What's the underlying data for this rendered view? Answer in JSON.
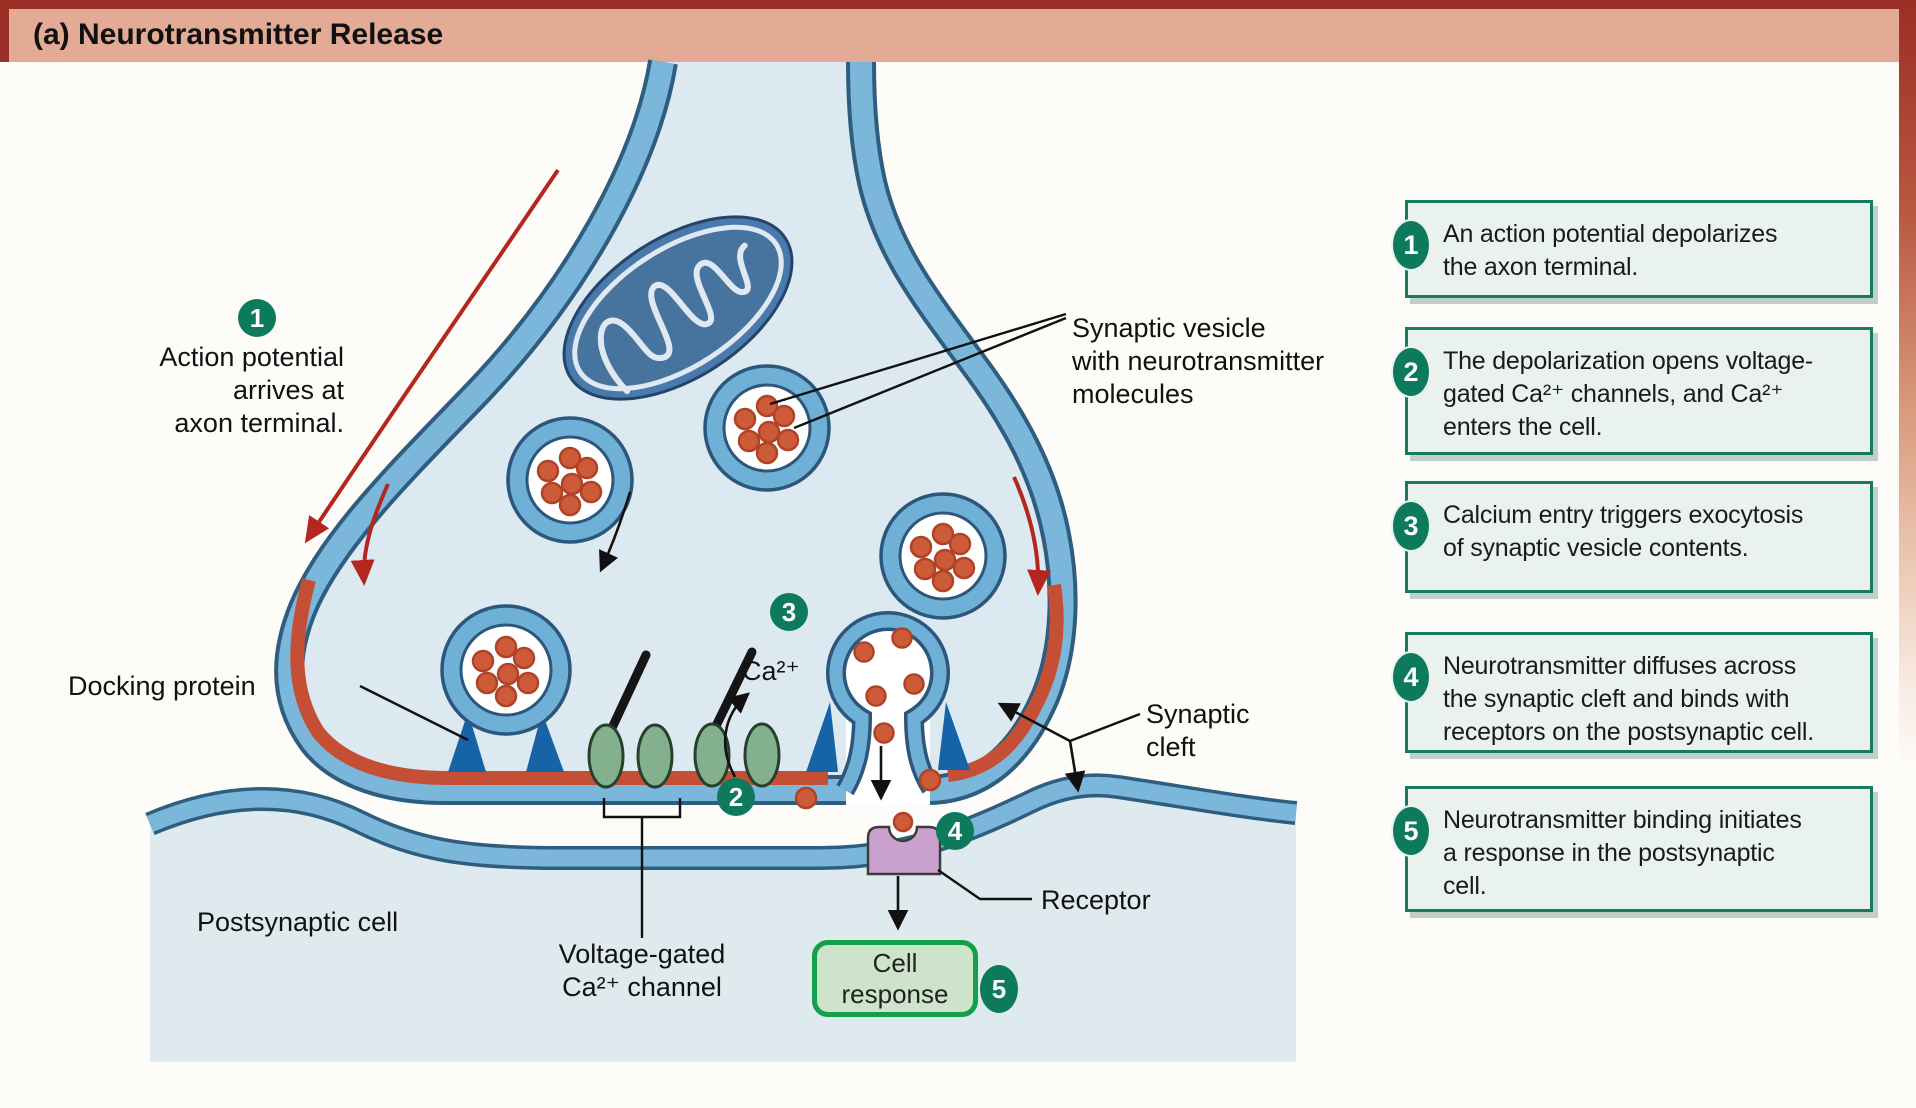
{
  "header": {
    "title": "(a) Neurotransmitter Release"
  },
  "steps": [
    {
      "num": "1",
      "lines": [
        "An action potential depolarizes",
        "the axon terminal."
      ]
    },
    {
      "num": "2",
      "lines": [
        "The depolarization opens voltage-",
        "gated Ca²⁺ channels, and Ca²⁺",
        "enters the cell."
      ]
    },
    {
      "num": "3",
      "lines": [
        "Calcium entry triggers exocytosis",
        "of synaptic vesicle contents."
      ]
    },
    {
      "num": "4",
      "lines": [
        "Neurotransmitter diffuses across",
        "the synaptic cleft and binds with",
        "receptors on the postsynaptic cell."
      ]
    },
    {
      "num": "5",
      "lines": [
        "Neurotransmitter binding initiates",
        "a response in the postsynaptic",
        "cell."
      ]
    }
  ],
  "diagram": {
    "badges": {
      "b1": "1",
      "b2": "2",
      "b3": "3",
      "b4": "4",
      "b5": "5"
    },
    "labels": {
      "action_potential": {
        "lines": [
          "Action potential",
          "arrives at",
          "axon terminal."
        ]
      },
      "synaptic_vesicle": {
        "lines": [
          "Synaptic vesicle",
          "with neurotransmitter",
          "molecules"
        ]
      },
      "docking_protein": "Docking protein",
      "ca_ion": "Ca²⁺",
      "synaptic_cleft": {
        "lines": [
          "Synaptic",
          "cleft"
        ]
      },
      "postsynaptic_cell": "Postsynaptic cell",
      "voltage_gated": {
        "lines": [
          "Voltage-gated",
          "Ca²⁺ channel"
        ]
      },
      "receptor": "Receptor",
      "cell_response": {
        "lines": [
          "Cell",
          "response"
        ]
      }
    },
    "colors": {
      "header_bg": "#e3ab95",
      "border_red": "#9c3026",
      "box_border": "#177a62",
      "badge_green": "#0d7a5c",
      "response_green": "#13a04a",
      "membrane_blue": "#7ab7da",
      "membrane_edge": "#2f5d80",
      "cell_fill": "#dce9f0",
      "postsyn_fill": "#dfeaee",
      "depolarized_red": "#c44f35",
      "neurotransmitter_dot": "#cd5b3a",
      "receptor_purple": "#c9a0ce",
      "channel_green": "#84b18d",
      "arrow_red": "#b3271e"
    }
  }
}
